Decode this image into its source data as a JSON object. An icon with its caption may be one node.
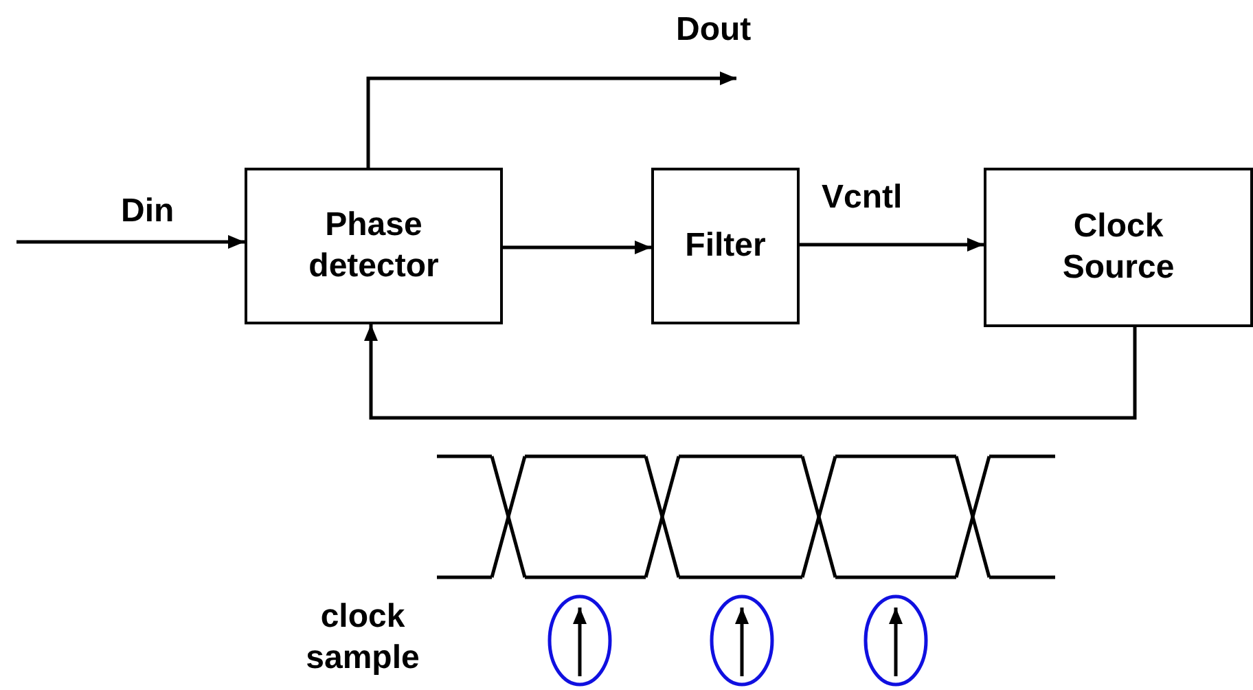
{
  "diagram": {
    "nodes": [
      {
        "text": [
          "Phase detector"
        ]
      },
      {
        "text": [
          "Filter"
        ]
      },
      {
        "text": [
          "Clock Source"
        ]
      }
    ],
    "edges": [
      {
        "from": null,
        "to": 0,
        "arrow": "to",
        "label": "Din"
      },
      {
        "from": 0,
        "to": null,
        "arrow": "to",
        "label": "Dout"
      },
      {
        "from": 0,
        "to": 1,
        "arrow": "to"
      },
      {
        "from": 1,
        "to": 2,
        "arrow": "to",
        "label": "Vcntl"
      },
      {
        "from": 2,
        "to": 0,
        "arrow": "to"
      }
    ],
    "labels": [
      "clock sample"
    ]
  }
}
